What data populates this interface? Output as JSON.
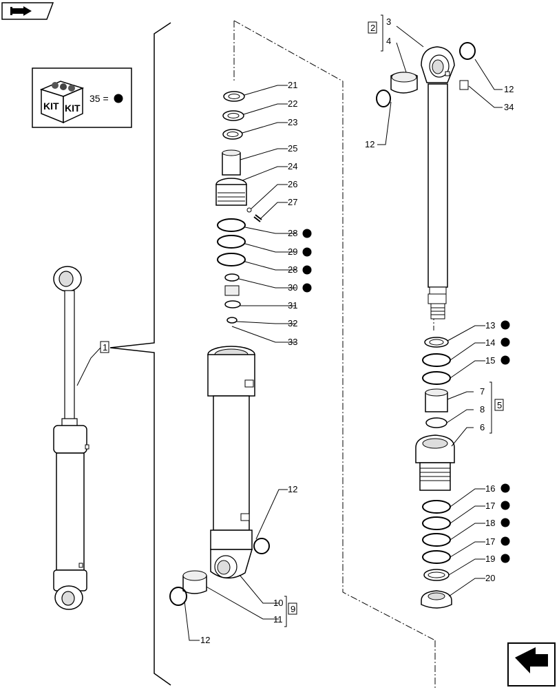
{
  "nav": {
    "back_icon": "arrow-back-icon",
    "next_icon": "arrow-next-icon"
  },
  "legend": {
    "kit_box_text_1": "KIT",
    "kit_box_text_2": "KIT",
    "kit_label": "35 =",
    "kit_icon": "filled-dot-icon"
  },
  "groups": [
    {
      "id": "group-1",
      "label": "1"
    },
    {
      "id": "group-2",
      "label": "2"
    },
    {
      "id": "group-5",
      "label": "5"
    },
    {
      "id": "group-9",
      "label": "9"
    }
  ],
  "callouts": {
    "p21": "21",
    "p22": "22",
    "p23": "23",
    "p25": "25",
    "p24": "24",
    "p26": "26",
    "p27": "27",
    "p28a": "28",
    "p29": "29",
    "p28b": "28",
    "p30": "30",
    "p31": "31",
    "p32": "32",
    "p33": "33",
    "p3": "3",
    "p4": "4",
    "p12a": "12",
    "p12b": "12",
    "p34": "34",
    "p13": "13",
    "p14": "14",
    "p15": "15",
    "p7": "7",
    "p8": "8",
    "p6": "6",
    "p16": "16",
    "p17a": "17",
    "p18": "18",
    "p17b": "17",
    "p19": "19",
    "p20": "20",
    "p12c": "12",
    "p10": "10",
    "p11": "11",
    "p12d": "12"
  }
}
